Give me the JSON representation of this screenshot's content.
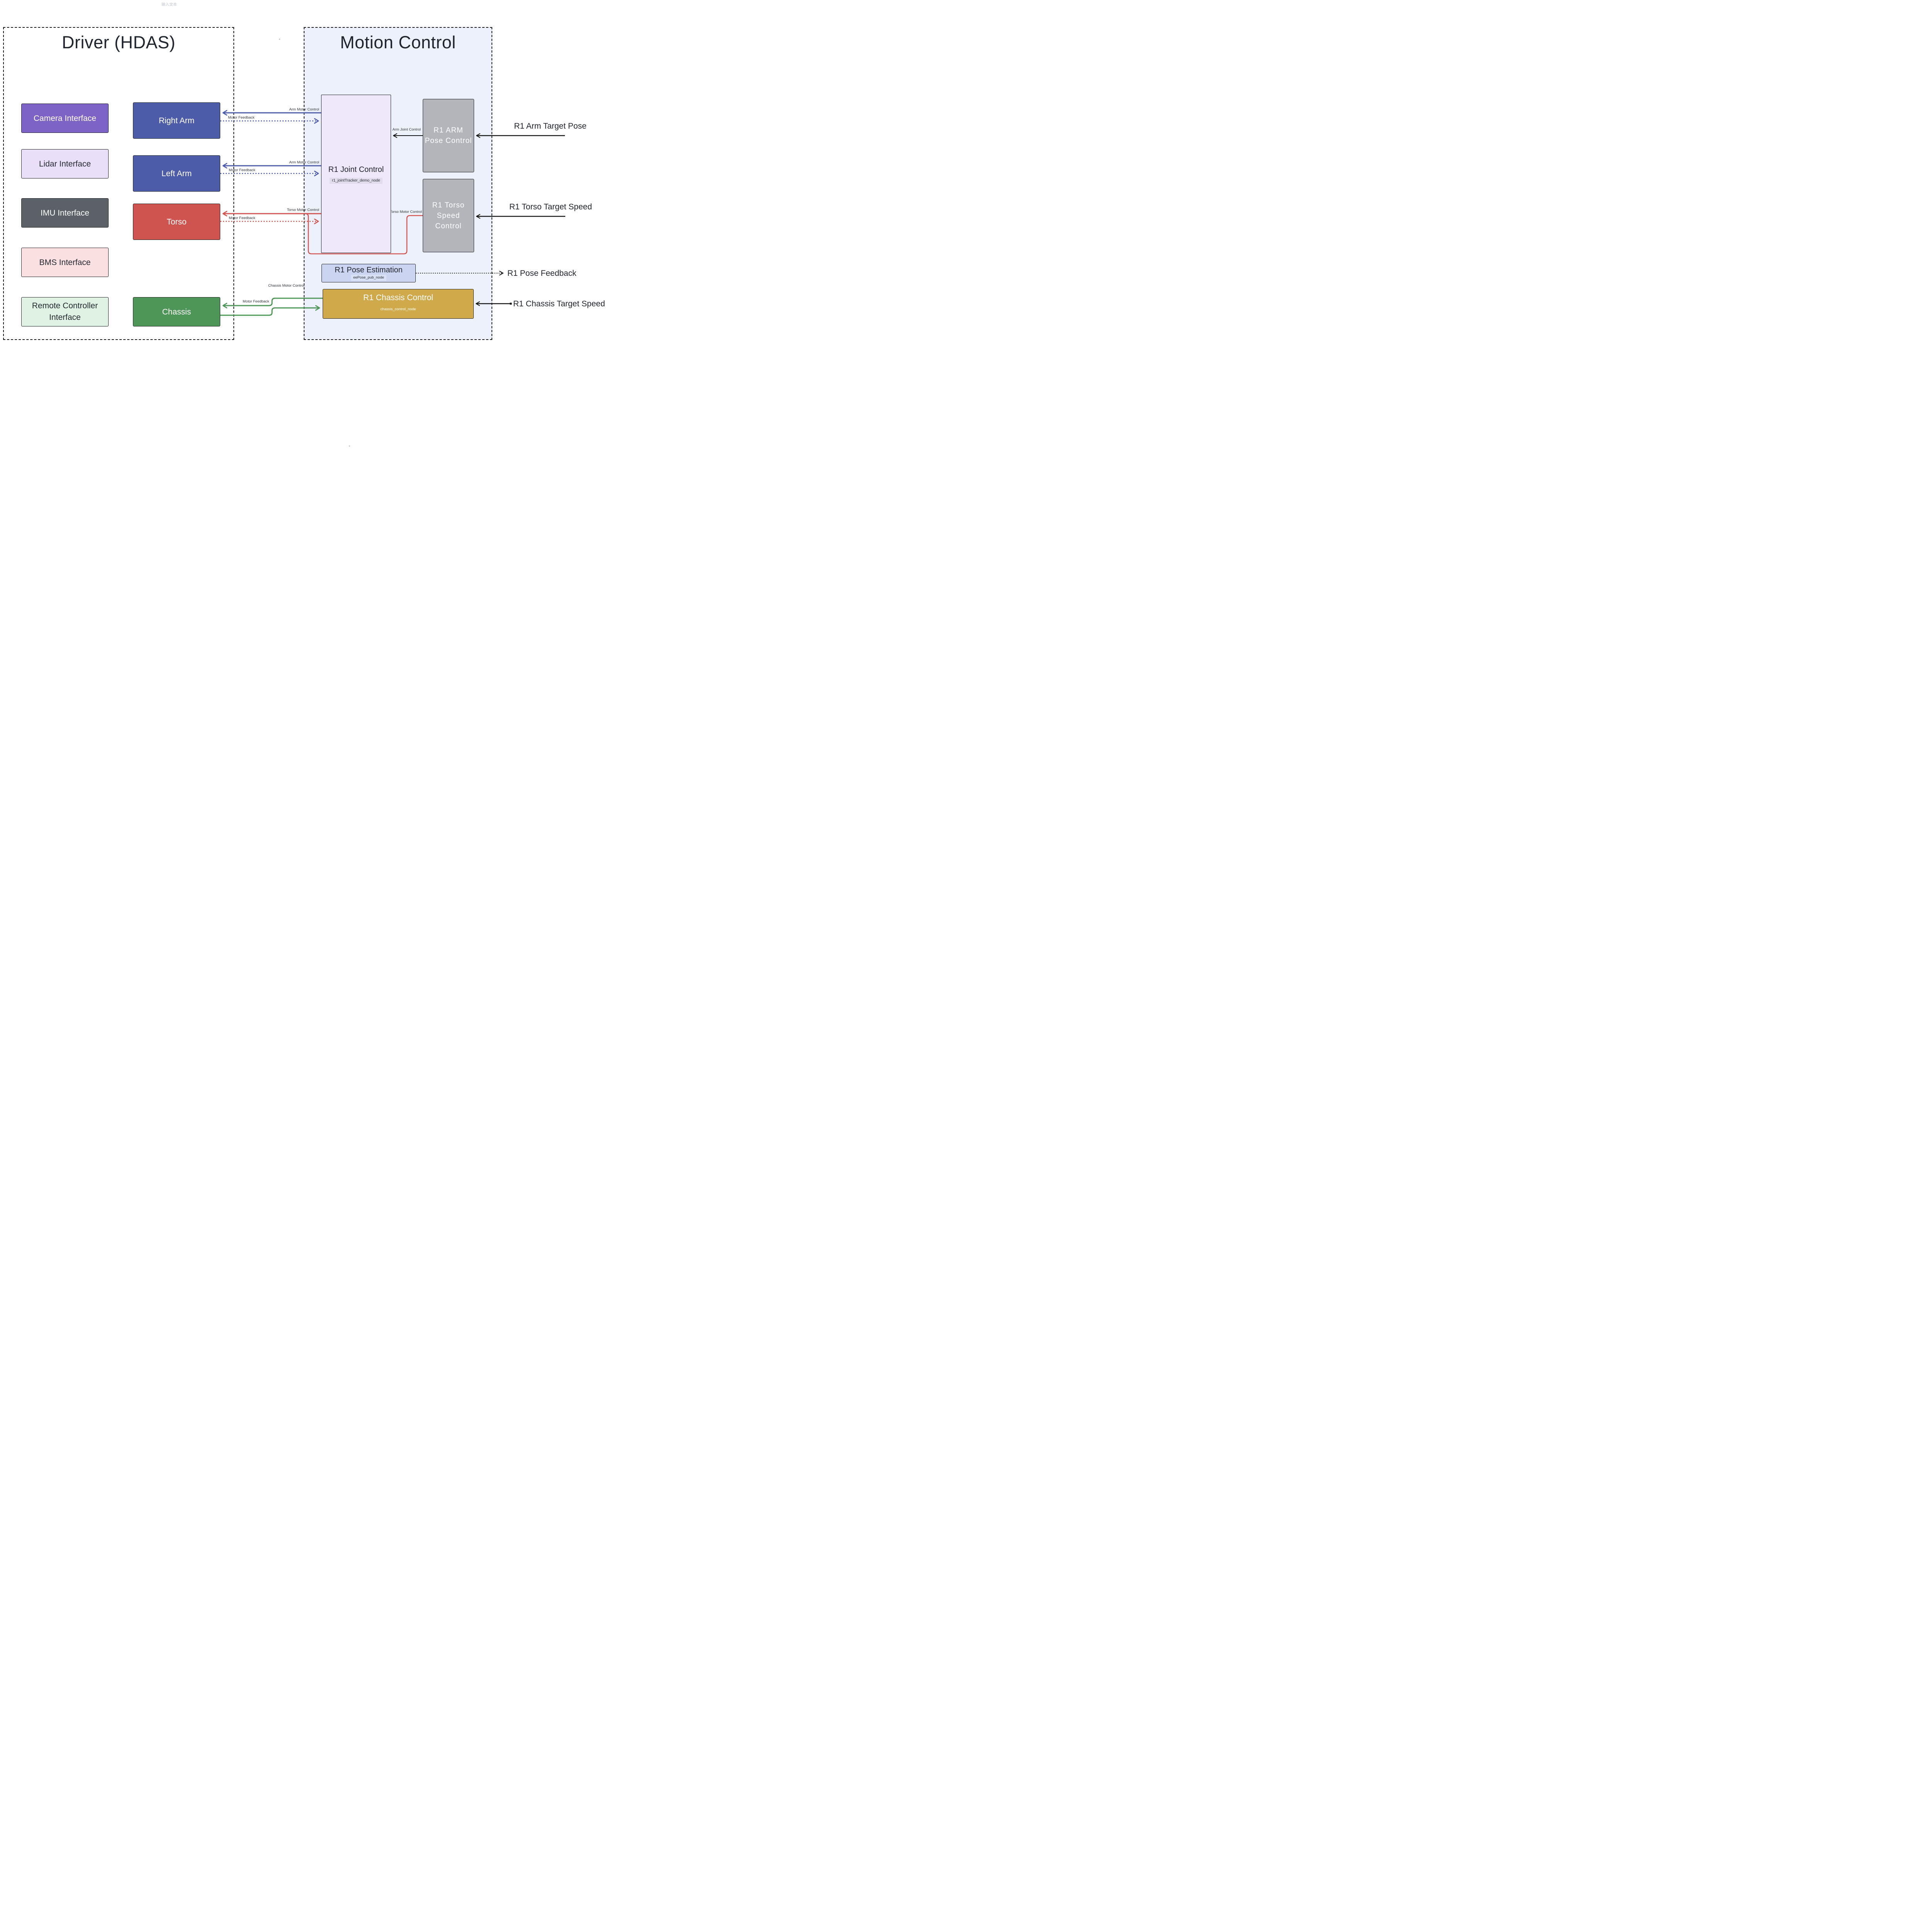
{
  "sections": {
    "driver": {
      "title": "Driver (HDAS)"
    },
    "motion": {
      "title": "Motion Control"
    }
  },
  "driver_nodes": {
    "camera": {
      "label": "Camera Interface"
    },
    "lidar": {
      "label": "Lidar Interface"
    },
    "imu": {
      "label": "IMU Interface"
    },
    "bms": {
      "label": "BMS Interface"
    },
    "remote": {
      "line1": "Remote Controller",
      "line2": "Interface"
    },
    "right_arm": {
      "label": "Right Arm"
    },
    "left_arm": {
      "label": "Left Arm"
    },
    "torso": {
      "label": "Torso"
    },
    "chassis": {
      "label": "Chassis"
    }
  },
  "motion_nodes": {
    "joint_control": {
      "title": "R1 Joint Control",
      "subtitle": "r1_jointTracker_demo_node"
    },
    "arm_pose_control": {
      "line1": "R1 ARM",
      "line2": "Pose Control"
    },
    "torso_speed_control": {
      "line1": "R1 Torso",
      "line2": "Speed",
      "line3": "Control"
    },
    "pose_estimation": {
      "title": "R1 Pose Estimation",
      "subtitle": "eePose_pub_node"
    },
    "chassis_control": {
      "title": "R1 Chassis Control",
      "subtitle": "chassis_control_node"
    }
  },
  "edge_labels": {
    "right_arm_control": "Arm Motor Control",
    "right_arm_feedback": "Motor Feedback",
    "left_arm_control": "Arm Motor Control",
    "left_arm_feedback": "Motor Feedback",
    "torso_control": "Torso Motor Control",
    "torso_feedback": "Motor Feedback",
    "torso_speed_output": "Torso Motor Control",
    "chassis_control": "Chassis Motor Control",
    "chassis_feedback": "Motor Feedback",
    "arm_joint_control": "Arm Joint Control"
  },
  "external_labels": {
    "arm_target_pose": "R1 Arm Target Pose",
    "torso_target_speed": "R1 Torso Target Speed",
    "pose_feedback": "R1 Pose Feedback",
    "chassis_target_speed": "R1 Chassis Target Speed"
  },
  "artifacts": {
    "editor_placeholder": "输入文本"
  },
  "colors": {
    "motion_panel_bg": "#edf1fb",
    "camera": "#7e63c6",
    "lidar": "#eadff8",
    "imu": "#5c6069",
    "bms": "#fbe0e2",
    "remote": "#dff2e4",
    "arm": "#4d5ca9",
    "torso": "#cf5450",
    "chassis": "#4e9658",
    "joint_control": "#efe7fa",
    "pose_control_gray": "#b4b5bb",
    "pose_estimation": "#cbd4f0",
    "chassis_control_gold": "#d0a94b",
    "arrow_blue": "#4d5ca9",
    "arrow_red": "#d05551",
    "arrow_green": "#4e9658",
    "arrow_black": "#141414"
  }
}
